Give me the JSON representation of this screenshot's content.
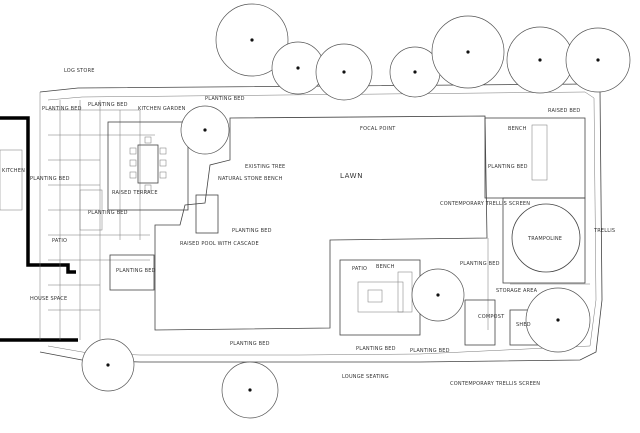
{
  "labels": {
    "log_store": "LOG STORE",
    "planting_bed": "PLANTING BED",
    "kitchen_garden": "KITCHEN GARDEN",
    "planting_bed_pond": "PLANTING BED",
    "existing_tree": "EXISTING TREE",
    "focal_point": "FOCAL POINT",
    "lawn": "LAWN",
    "bench": "BENCH",
    "raised_terrace": "RAISED TERRACE",
    "natural_stone_bench": "NATURAL STONE BENCH",
    "planting_bed_left": "PLANTING BED",
    "raised_pool": "RAISED POOL WITH CASCADE",
    "planting_bed_mid": "PLANTING BED",
    "contemporary_trellis_top": "CONTEMPORARY TRELLIS SCREEN",
    "trampoline": "TRAMPOLINE",
    "trellis": "TRELLIS",
    "planting_bed_right": "PLANTING BED",
    "planting_bed_lower": "PLANTING BED",
    "planting_bed_left_low": "PLANTING BED",
    "patio": "PATIO",
    "bench_lower": "BENCH",
    "planting_bed_small": "PLANTING BED",
    "storage_area": "STORAGE AREA",
    "compost": "COMPOST",
    "shed": "SHED",
    "planting_bed_bottom": "PLANTING BED",
    "contemporary_trellis_bottom": "CONTEMPORARY TRELLIS SCREEN",
    "lounge_seating": "LOUNGE SEATING",
    "patio_left": "PATIO",
    "house_space": "HOUSE SPACE",
    "kitchen": "KITCHEN",
    "planting_bed_house": "PLANTING BED",
    "planting_bed_top_left": "PLANTING BED",
    "planting_bed_bottom_center": "PLANTING BED",
    "raised_bed": "RAISED BED"
  }
}
